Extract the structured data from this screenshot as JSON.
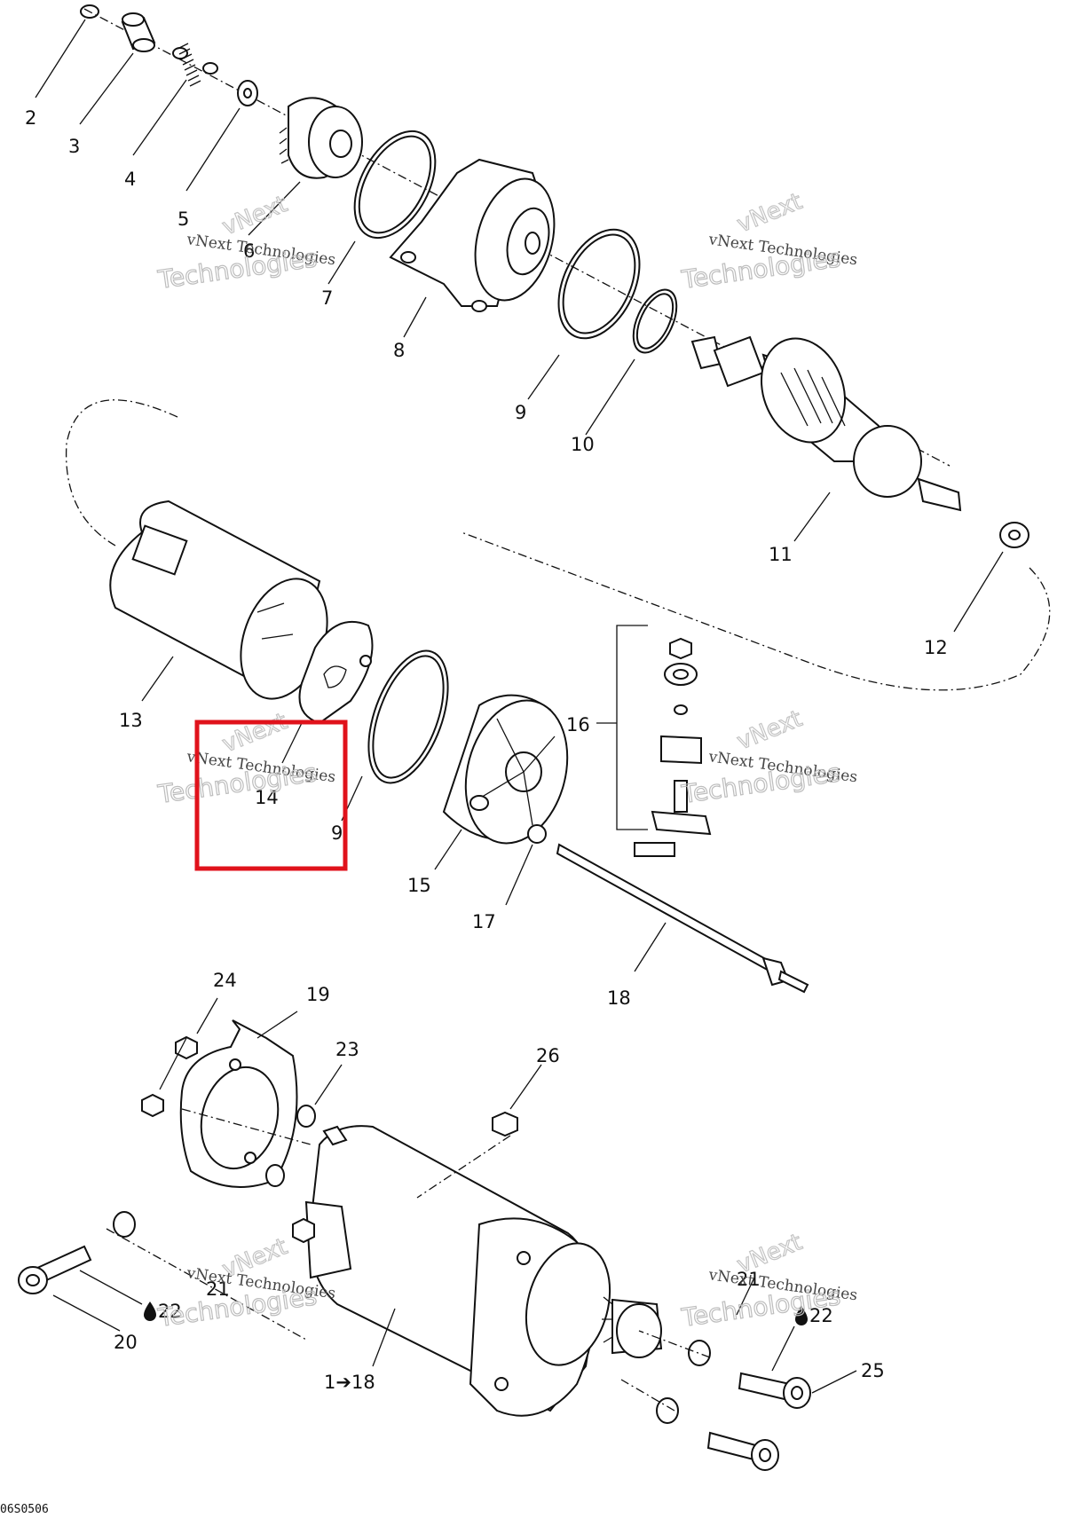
{
  "diagram": {
    "drawing_code": "06S0506",
    "highlight_color": "#e0121b",
    "callouts": {
      "c2": "2",
      "c3": "3",
      "c4": "4",
      "c5": "5",
      "c6": "6",
      "c7": "7",
      "c8": "8",
      "c9a": "9",
      "c10": "10",
      "c11": "11",
      "c12": "12",
      "c13": "13",
      "c14": "14",
      "c9b": "9",
      "c15": "15",
      "c16": "16",
      "c17": "17",
      "c18": "18",
      "c19": "19",
      "c20": "20",
      "c21a": "21",
      "c21b": "21",
      "c22a": "22",
      "c22b": "22",
      "c23": "23",
      "c24": "24",
      "c25": "25",
      "c26": "26",
      "c1to18": "1➔18"
    },
    "watermark": {
      "line1": "vNext Technologies",
      "arc": "vNext",
      "big": "Technologies"
    }
  }
}
